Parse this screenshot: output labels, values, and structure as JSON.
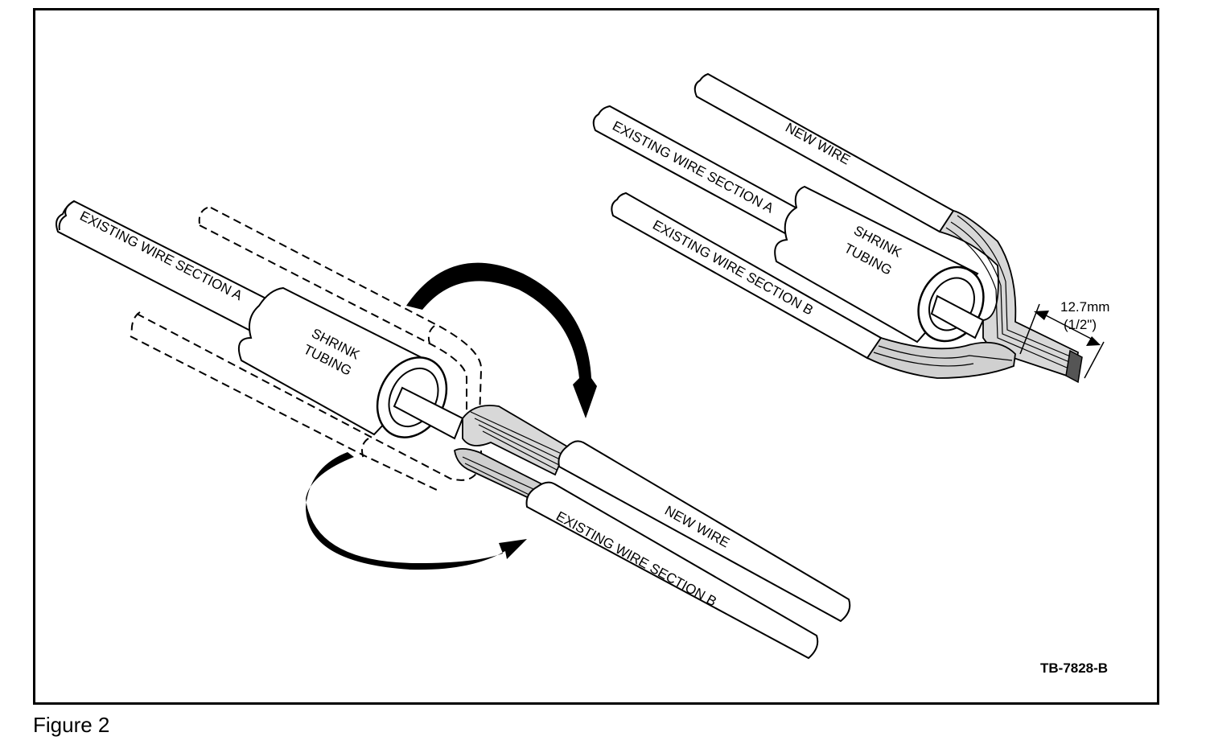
{
  "labels": {
    "existing_a_left": "EXISTING WIRE SECTION A",
    "shrink_left_1": "SHRINK",
    "shrink_left_2": "TUBING",
    "new_wire_left": "NEW WIRE",
    "existing_b_left": "EXISTING WIRE SECTION B",
    "new_wire_right": "NEW WIRE",
    "existing_a_right": "EXISTING WIRE SECTION A",
    "existing_b_right": "EXISTING WIRE SECTION B",
    "shrink_right_1": "SHRINK",
    "shrink_right_2": "TUBING",
    "dimension_mm": "12.7mm",
    "dimension_in": "(1/2\")",
    "reference_code": "TB-7828-B"
  },
  "caption": "Figure 2",
  "icons": [
    "rotation-arrow-icon",
    "dimension-arrow-icon"
  ]
}
